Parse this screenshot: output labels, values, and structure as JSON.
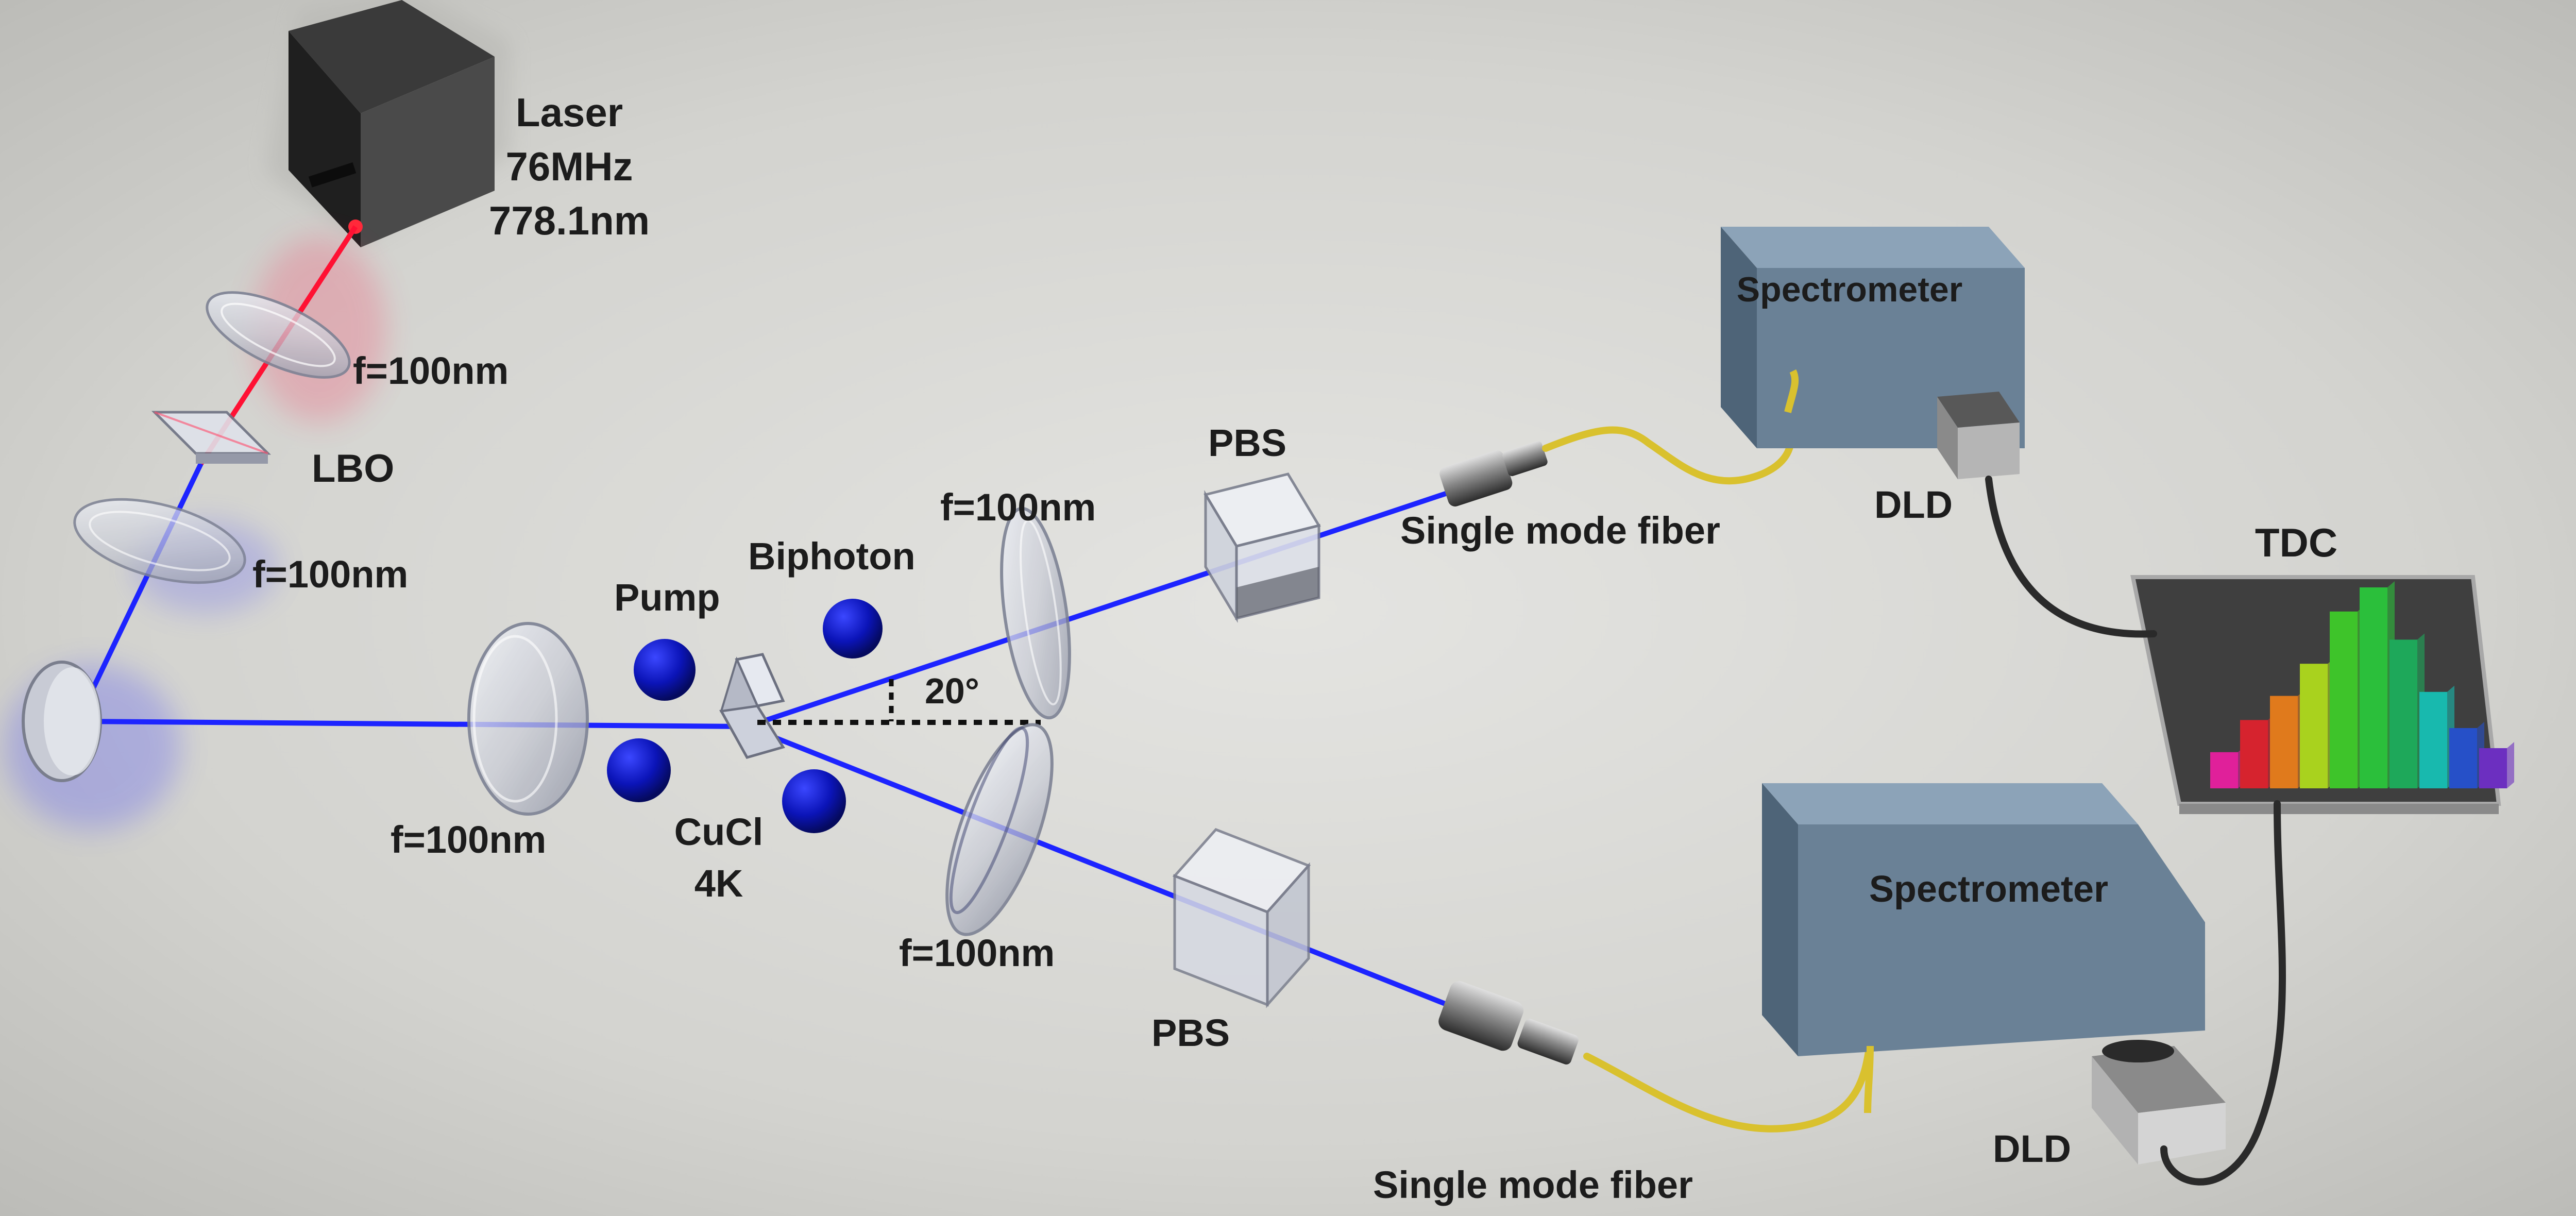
{
  "labels": {
    "laser_name": "Laser",
    "laser_rep_rate": "76MHz",
    "laser_wavelength": "778.1nm",
    "lens_focal_1": "f=100nm",
    "lbo": "LBO",
    "lens_focal_2": "f=100nm",
    "lens_focal_3": "f=100nm",
    "pump": "Pump",
    "biphoton": "Biphoton",
    "cucl": "CuCl",
    "cucl_temp": "4K",
    "angle": "20°",
    "lens_focal_upper": "f=100nm",
    "lens_focal_lower": "f=100nm",
    "pbs_upper": "PBS",
    "pbs_lower": "PBS",
    "fiber_upper": "Single mode fiber",
    "fiber_lower": "Single mode fiber",
    "spectrometer_upper": "Spectrometer",
    "spectrometer_lower": "Spectrometer",
    "dld_upper": "DLD",
    "dld_lower": "DLD",
    "tdc": "TDC"
  },
  "tdc_histogram": {
    "values": [
      0.18,
      0.34,
      0.46,
      0.62,
      0.88,
      1.0,
      0.74,
      0.48,
      0.3,
      0.2
    ],
    "colors": [
      "#e0209a",
      "#d6232e",
      "#e07a1c",
      "#a9d21e",
      "#3ec42a",
      "#2bbf3b",
      "#1ea85a",
      "#18b9ae",
      "#2650c8",
      "#6c2fc0"
    ]
  },
  "colors": {
    "pump_beam": "#1d24ff",
    "laser_beam": "#ff1133",
    "spectrometer": "#6a8196",
    "fiber": "#d9c12e",
    "cable": "#2a2a2a"
  }
}
